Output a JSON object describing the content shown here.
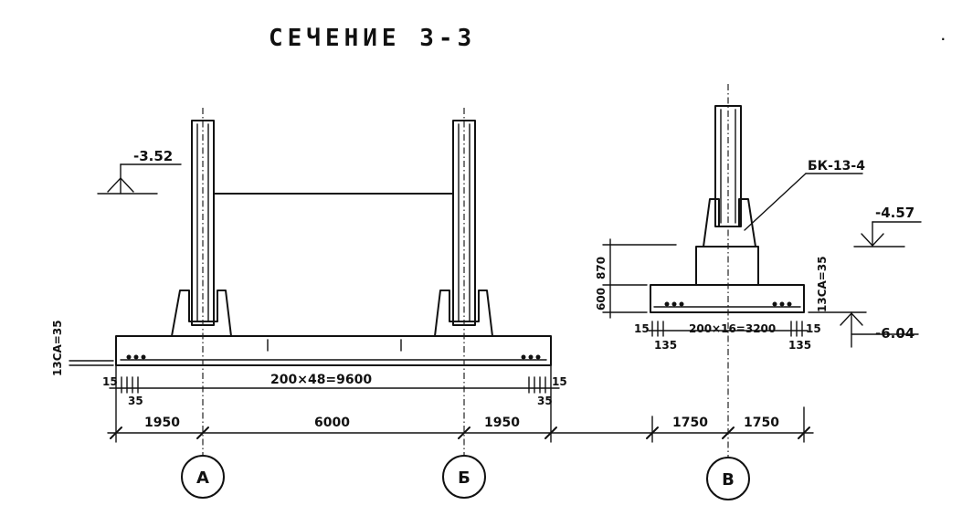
{
  "title": "СЕЧЕНИЕ 3-3",
  "levels": {
    "left": "-3.52",
    "right_top": "-4.57",
    "right_bottom": "-6.04"
  },
  "beam_label": "БК-13-4",
  "left_footing": {
    "rebar": "200×48=9600",
    "slab_note": "13СА=35",
    "edge_left": "15",
    "edge_right": "15",
    "cover_left": "35",
    "cover_right": "35"
  },
  "right_footing": {
    "rebar": "200×16=3200",
    "slab_note": "13СА=35",
    "edge_left": "15",
    "edge_right": "15",
    "cover_left": "135",
    "cover_right": "135",
    "height_lower": "600",
    "height_upper": "870"
  },
  "dimensions": [
    "1950",
    "6000",
    "1950",
    "1750",
    "1750"
  ],
  "axes": [
    "А",
    "Б",
    "В"
  ],
  "colors": {
    "ink": "#111111",
    "paper": "#ffffff"
  }
}
